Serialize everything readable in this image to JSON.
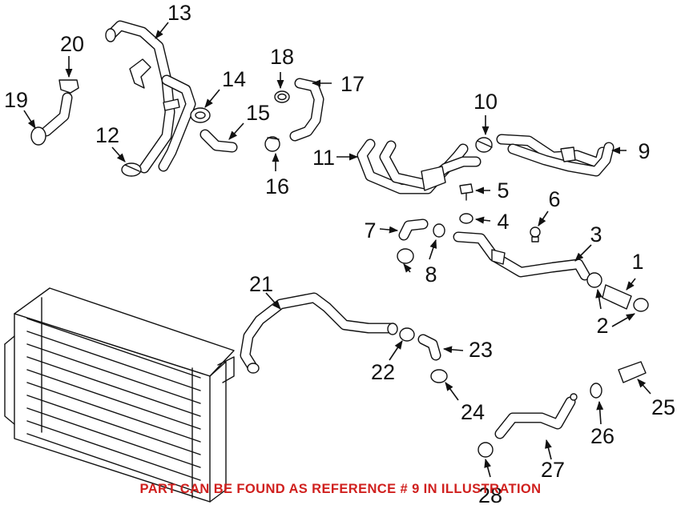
{
  "diagram": {
    "callouts": [
      "1",
      "2",
      "3",
      "4",
      "5",
      "6",
      "7",
      "8",
      "9",
      "10",
      "11",
      "12",
      "13",
      "14",
      "15",
      "16",
      "17",
      "18",
      "19",
      "20",
      "21",
      "22",
      "23",
      "24",
      "25",
      "26",
      "27",
      "28"
    ],
    "note": "PART CAN BE FOUND AS REFERENCE # 9 IN ILLUSTRATION",
    "colors": {
      "note": "#d0201e",
      "line": "#111111"
    }
  }
}
